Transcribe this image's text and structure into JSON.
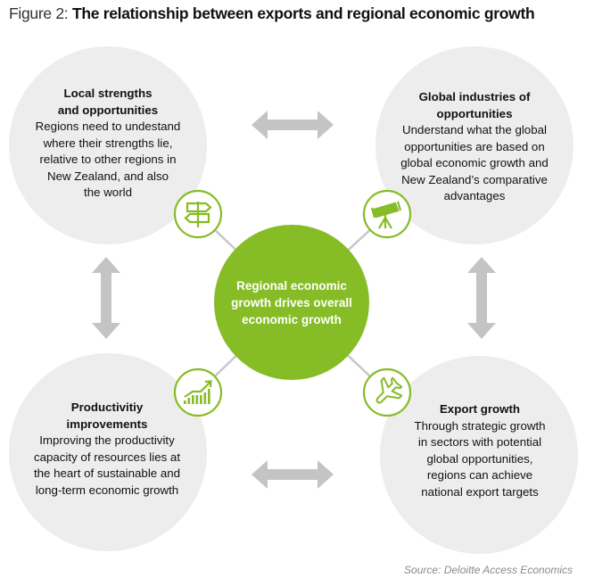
{
  "figure": {
    "label": "Figure 2:",
    "title": "The relationship between exports and regional economic growth"
  },
  "center": {
    "text_lines": [
      "Regional economic",
      "growth drives overall",
      "economic growth"
    ]
  },
  "nodes": [
    {
      "id": "local-strengths",
      "position": "top-left",
      "icon": "signpost-icon",
      "heading_lines": [
        "Local strengths",
        "and opportunities"
      ],
      "body_lines": [
        "Regions need to undestand",
        "where their strengths lie,",
        "relative to other regions in",
        "New Zealand, and also",
        "the world"
      ]
    },
    {
      "id": "global-industries",
      "position": "top-right",
      "icon": "telescope-icon",
      "heading_lines": [
        "Global industries of",
        "opportunities"
      ],
      "body_lines": [
        "Understand what the global",
        "opportunities are based on",
        "global economic growth and",
        "New Zealand’s comparative",
        "advantages"
      ]
    },
    {
      "id": "productivity",
      "position": "bottom-left",
      "icon": "growth-chart-icon",
      "heading_lines": [
        "Productivitiy",
        "improvements"
      ],
      "body_lines": [
        "Improving the productivity",
        "capacity of resources lies at",
        "the heart of sustainable and",
        "long-term economic growth"
      ]
    },
    {
      "id": "export-growth",
      "position": "bottom-right",
      "icon": "airplane-icon",
      "heading_lines": [
        "Export growth"
      ],
      "body_lines": [
        "Through strategic growth",
        "in sectors with potential",
        "global opportunities,",
        "regions can achieve",
        "national export targets"
      ]
    }
  ],
  "arrows": [
    {
      "id": "top",
      "direction": "horizontal",
      "between": [
        "local-strengths",
        "global-industries"
      ]
    },
    {
      "id": "bottom",
      "direction": "horizontal",
      "between": [
        "productivity",
        "export-growth"
      ]
    },
    {
      "id": "left",
      "direction": "vertical",
      "between": [
        "local-strengths",
        "productivity"
      ]
    },
    {
      "id": "right",
      "direction": "vertical",
      "between": [
        "global-industries",
        "export-growth"
      ]
    }
  ],
  "source": "Source: Deloitte Access Economics",
  "colors": {
    "accent_green": "#86BC25",
    "node_fill": "#EDEDED",
    "arrow_gray": "#C4C4C4",
    "connector_gray": "#C8C8C8",
    "source_text": "#8A8A8A"
  }
}
